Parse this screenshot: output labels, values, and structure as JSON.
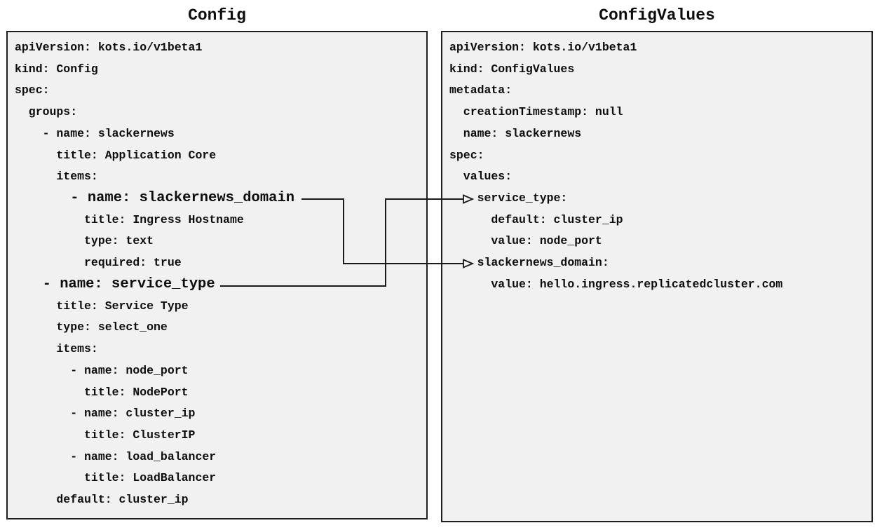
{
  "diagram": {
    "panels": [
      {
        "id": "config",
        "title": "Config",
        "lines": [
          "apiVersion: kots.io/v1beta1",
          "kind: Config",
          "spec:",
          "  groups:",
          "    - name: slackernews",
          "      title: Application Core",
          "      items:",
          "        - name: slackernews_domain",
          "          title: Ingress Hostname",
          "          type: text",
          "          required: true",
          "    - name: service_type",
          "      title: Service Type",
          "      type: select_one",
          "      items:",
          "        - name: node_port",
          "          title: NodePort",
          "        - name: cluster_ip",
          "          title: ClusterIP",
          "        - name: load_balancer",
          "          title: LoadBalancer",
          "      default: cluster_ip"
        ],
        "emphasized_lines": [
          7,
          11
        ]
      },
      {
        "id": "configvalues",
        "title": "ConfigValues",
        "lines": [
          "apiVersion: kots.io/v1beta1",
          "kind: ConfigValues",
          "metadata:",
          "  creationTimestamp: null",
          "  name: slackernews",
          "spec:",
          "  values:",
          "    service_type:",
          "      default: cluster_ip",
          "      value: node_port",
          "    slackernews_domain:",
          "      value: hello.ingress.replicatedcluster.com"
        ],
        "emphasized_lines": []
      }
    ],
    "connections": [
      {
        "from_panel": "Config",
        "from_field": "slackernews_domain",
        "to_panel": "ConfigValues",
        "to_field": "slackernews_domain"
      },
      {
        "from_panel": "Config",
        "from_field": "service_type",
        "to_panel": "ConfigValues",
        "to_field": "service_type"
      }
    ],
    "colors": {
      "page_bg": "#ffffff",
      "panel_bg": "#f1f1f1",
      "panel_border": "#1f1f1f",
      "text": "#0d0d0d",
      "arrow": "#1a1a1a"
    }
  }
}
